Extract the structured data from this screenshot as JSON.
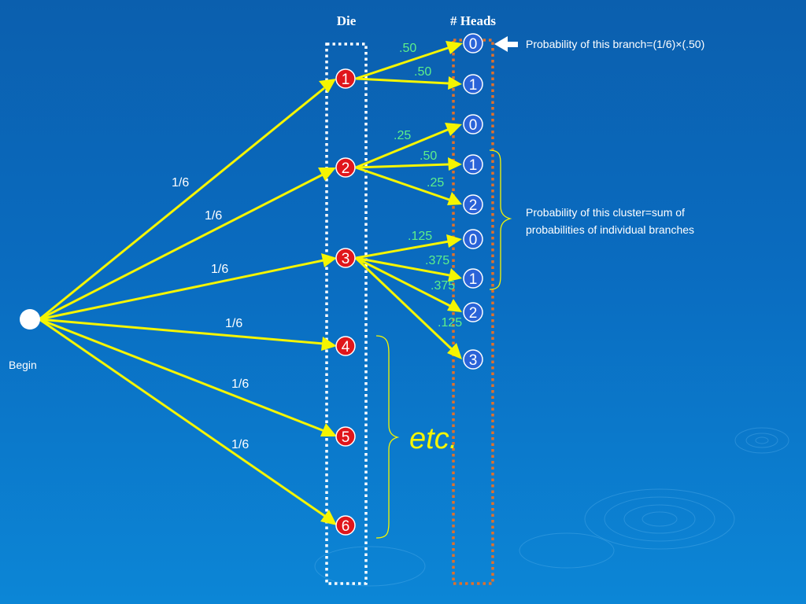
{
  "headers": {
    "die": "Die",
    "heads": "# Heads"
  },
  "start": {
    "label": "Begin"
  },
  "die_nodes": [
    "1",
    "2",
    "3",
    "4",
    "5",
    "6"
  ],
  "die_edge_labels": [
    "1/6",
    "1/6",
    "1/6",
    "1/6",
    "1/6",
    "1/6"
  ],
  "head_nodes": [
    "0",
    "1",
    "0",
    "1",
    "2",
    "0",
    "1",
    "2",
    "3"
  ],
  "branch_labels": [
    ".50",
    ".50",
    ".25",
    ".50",
    ".25",
    ".125",
    ".375",
    ".375",
    ".125"
  ],
  "notes": {
    "branch": "Probability of this branch=(1/6)×(.50)",
    "cluster_line1": "Probability of this cluster=sum of",
    "cluster_line2": "probabilities of individual branches",
    "etc": "etc."
  },
  "colors": {
    "edge": "#f5f500",
    "die_node": "#e0161b",
    "head_node": "#2a63d8",
    "branch_label": "#5df08a",
    "die_box": "#ffffff",
    "heads_box": "#e0702a"
  }
}
